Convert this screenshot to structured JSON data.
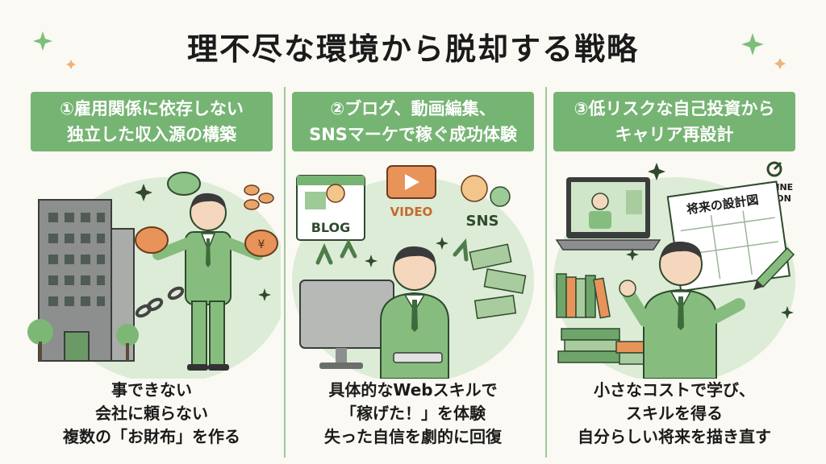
{
  "title": "理不尽な環境から脱却する戦略",
  "columns": [
    {
      "heading": [
        "①雇用関係に依存しない",
        "独立した収入源の構築"
      ],
      "caption": [
        "事できない",
        "会社に頼らない",
        "複数の「お財布」を作る"
      ]
    },
    {
      "heading": [
        "②ブログ、動画編集、",
        "SNSマーケで稼ぐ成功体験"
      ],
      "labels": {
        "blog": "BLOG",
        "video": "VIDEO",
        "sns": "SNS"
      },
      "caption": [
        "具体的なWebスキルで",
        "「稼げた！」を体験",
        "失った自信を劇的に回復"
      ]
    },
    {
      "heading": [
        "③低リスクな自己投資から",
        "キャリア再設計"
      ],
      "labels": {
        "online": "ONLINE",
        "salon": "SALON",
        "plan": "将来の設計図"
      },
      "caption": [
        "小さなコストで学び、",
        "スキルを得る",
        "自分らしい将来を描き直す"
      ]
    }
  ],
  "colors": {
    "accent": "#76b473",
    "suit": "#86bd7f",
    "coin": "#e8935a"
  }
}
